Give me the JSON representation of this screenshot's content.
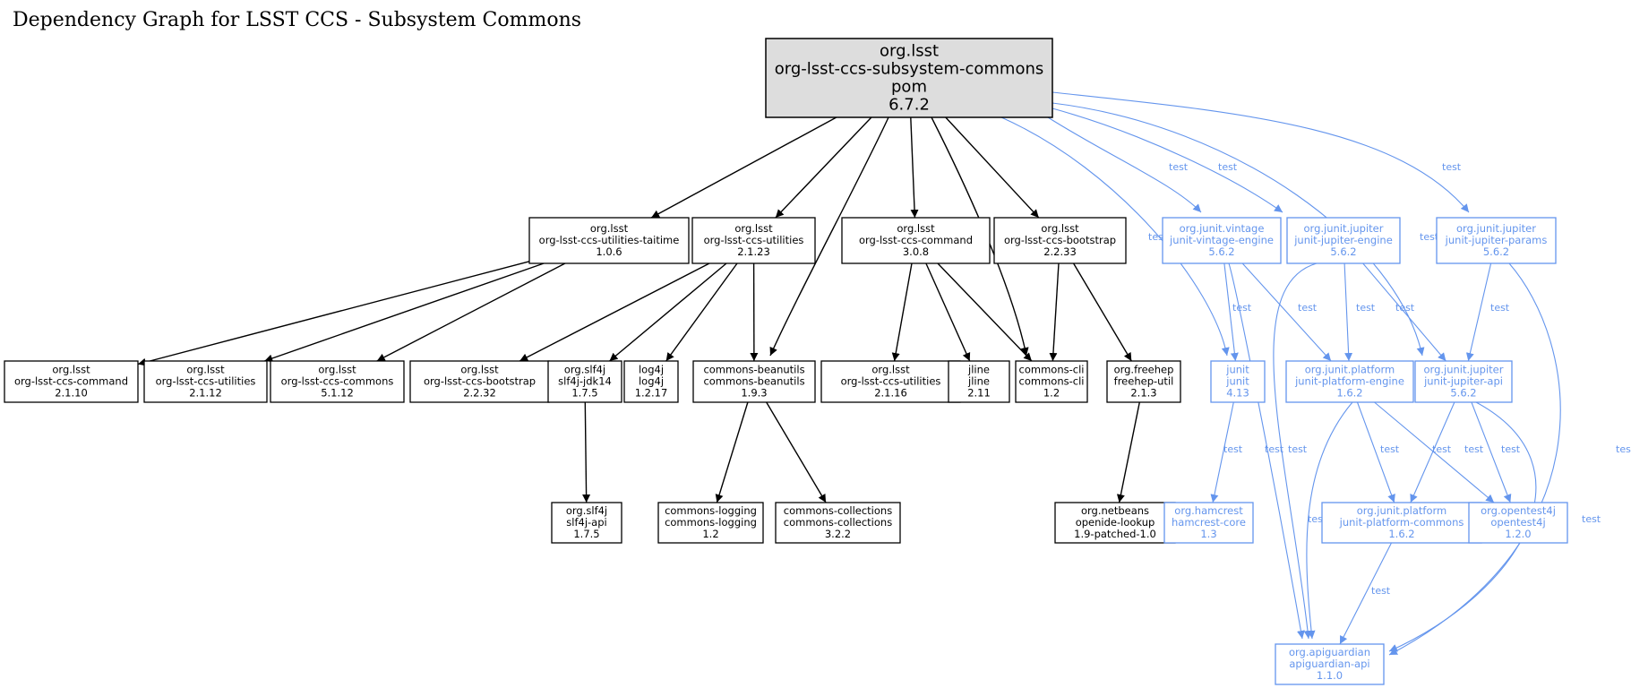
{
  "title": "Dependency Graph for LSST CCS - Subsystem Commons",
  "colors": {
    "compile": "#000000",
    "test": "#6495ED",
    "root_fill": "#DDDDDD"
  },
  "nodes": [
    {
      "id": "root",
      "lines": [
        "org.lsst",
        "org-lsst-ccs-subsystem-commons",
        "pom",
        "6.7.2"
      ],
      "scope": "root"
    },
    {
      "id": "taitime",
      "lines": [
        "org.lsst",
        "org-lsst-ccs-utilities-taitime",
        "1.0.6"
      ],
      "scope": "compile"
    },
    {
      "id": "util2123",
      "lines": [
        "org.lsst",
        "org-lsst-ccs-utilities",
        "2.1.23"
      ],
      "scope": "compile"
    },
    {
      "id": "command308",
      "lines": [
        "org.lsst",
        "org-lsst-ccs-command",
        "3.0.8"
      ],
      "scope": "compile"
    },
    {
      "id": "bootstrap2233",
      "lines": [
        "org.lsst",
        "org-lsst-ccs-bootstrap",
        "2.2.33"
      ],
      "scope": "compile"
    },
    {
      "id": "vintage",
      "lines": [
        "org.junit.vintage",
        "junit-vintage-engine",
        "5.6.2"
      ],
      "scope": "test"
    },
    {
      "id": "jupengine",
      "lines": [
        "org.junit.jupiter",
        "junit-jupiter-engine",
        "5.6.2"
      ],
      "scope": "test"
    },
    {
      "id": "jupparams",
      "lines": [
        "org.junit.jupiter",
        "junit-jupiter-params",
        "5.6.2"
      ],
      "scope": "test"
    },
    {
      "id": "command2110",
      "lines": [
        "org.lsst",
        "org-lsst-ccs-command",
        "2.1.10"
      ],
      "scope": "compile"
    },
    {
      "id": "util2112",
      "lines": [
        "org.lsst",
        "org-lsst-ccs-utilities",
        "2.1.12"
      ],
      "scope": "compile"
    },
    {
      "id": "commons5112",
      "lines": [
        "org.lsst",
        "org-lsst-ccs-commons",
        "5.1.12"
      ],
      "scope": "compile"
    },
    {
      "id": "bootstrap2232",
      "lines": [
        "org.lsst",
        "org-lsst-ccs-bootstrap",
        "2.2.32"
      ],
      "scope": "compile"
    },
    {
      "id": "slf4jjdk",
      "lines": [
        "org.slf4j",
        "slf4j-jdk14",
        "1.7.5"
      ],
      "scope": "compile"
    },
    {
      "id": "log4j",
      "lines": [
        "log4j",
        "log4j",
        "1.2.17"
      ],
      "scope": "compile"
    },
    {
      "id": "beanutils",
      "lines": [
        "commons-beanutils",
        "commons-beanutils",
        "1.9.3"
      ],
      "scope": "compile"
    },
    {
      "id": "util2116",
      "lines": [
        "org.lsst",
        "org-lsst-ccs-utilities",
        "2.1.16"
      ],
      "scope": "compile"
    },
    {
      "id": "jline",
      "lines": [
        "jline",
        "jline",
        "2.11"
      ],
      "scope": "compile"
    },
    {
      "id": "cli",
      "lines": [
        "commons-cli",
        "commons-cli",
        "1.2"
      ],
      "scope": "compile"
    },
    {
      "id": "freehep",
      "lines": [
        "org.freehep",
        "freehep-util",
        "2.1.3"
      ],
      "scope": "compile"
    },
    {
      "id": "junit",
      "lines": [
        "junit",
        "junit",
        "4.13"
      ],
      "scope": "test"
    },
    {
      "id": "platengine",
      "lines": [
        "org.junit.platform",
        "junit-platform-engine",
        "1.6.2"
      ],
      "scope": "test"
    },
    {
      "id": "jupapi",
      "lines": [
        "org.junit.jupiter",
        "junit-jupiter-api",
        "5.6.2"
      ],
      "scope": "test"
    },
    {
      "id": "slf4japi",
      "lines": [
        "org.slf4j",
        "slf4j-api",
        "1.7.5"
      ],
      "scope": "compile"
    },
    {
      "id": "logging",
      "lines": [
        "commons-logging",
        "commons-logging",
        "1.2"
      ],
      "scope": "compile"
    },
    {
      "id": "collections",
      "lines": [
        "commons-collections",
        "commons-collections",
        "3.2.2"
      ],
      "scope": "compile"
    },
    {
      "id": "openide",
      "lines": [
        "org.netbeans",
        "openide-lookup",
        "1.9-patched-1.0"
      ],
      "scope": "compile"
    },
    {
      "id": "hamcrest",
      "lines": [
        "org.hamcrest",
        "hamcrest-core",
        "1.3"
      ],
      "scope": "test"
    },
    {
      "id": "platcommons",
      "lines": [
        "org.junit.platform",
        "junit-platform-commons",
        "1.6.2"
      ],
      "scope": "test"
    },
    {
      "id": "opentest4j",
      "lines": [
        "org.opentest4j",
        "opentest4j",
        "1.2.0"
      ],
      "scope": "test"
    },
    {
      "id": "apiguardian",
      "lines": [
        "org.apiguardian",
        "apiguardian-api",
        "1.1.0"
      ],
      "scope": "test"
    }
  ],
  "edges": [
    {
      "from": "root",
      "to": "taitime"
    },
    {
      "from": "root",
      "to": "util2123"
    },
    {
      "from": "root",
      "to": "beanutils"
    },
    {
      "from": "root",
      "to": "command308"
    },
    {
      "from": "root",
      "to": "cli"
    },
    {
      "from": "root",
      "to": "bootstrap2233"
    },
    {
      "from": "root",
      "to": "junit",
      "label": "test"
    },
    {
      "from": "root",
      "to": "vintage",
      "label": "test"
    },
    {
      "from": "root",
      "to": "jupengine",
      "label": "test"
    },
    {
      "from": "root",
      "to": "jupapi",
      "label": "test"
    },
    {
      "from": "root",
      "to": "jupparams",
      "label": "test"
    },
    {
      "from": "taitime",
      "to": "command2110"
    },
    {
      "from": "taitime",
      "to": "util2112"
    },
    {
      "from": "taitime",
      "to": "commons5112"
    },
    {
      "from": "util2123",
      "to": "bootstrap2232"
    },
    {
      "from": "util2123",
      "to": "slf4jjdk"
    },
    {
      "from": "util2123",
      "to": "log4j"
    },
    {
      "from": "util2123",
      "to": "beanutils"
    },
    {
      "from": "command308",
      "to": "util2116"
    },
    {
      "from": "command308",
      "to": "jline"
    },
    {
      "from": "command308",
      "to": "cli"
    },
    {
      "from": "bootstrap2233",
      "to": "cli"
    },
    {
      "from": "bootstrap2233",
      "to": "freehep"
    },
    {
      "from": "vintage",
      "to": "junit",
      "label": "test"
    },
    {
      "from": "vintage",
      "to": "platengine",
      "label": "test"
    },
    {
      "from": "vintage",
      "to": "apiguardian",
      "label": "test"
    },
    {
      "from": "jupengine",
      "to": "platengine",
      "label": "test"
    },
    {
      "from": "jupengine",
      "to": "jupapi",
      "label": "test"
    },
    {
      "from": "jupengine",
      "to": "apiguardian",
      "label": "test"
    },
    {
      "from": "jupparams",
      "to": "jupapi",
      "label": "test"
    },
    {
      "from": "jupparams",
      "to": "apiguardian",
      "label": "test"
    },
    {
      "from": "slf4jjdk",
      "to": "slf4japi"
    },
    {
      "from": "beanutils",
      "to": "logging"
    },
    {
      "from": "beanutils",
      "to": "collections"
    },
    {
      "from": "freehep",
      "to": "openide"
    },
    {
      "from": "junit",
      "to": "hamcrest",
      "label": "test"
    },
    {
      "from": "platengine",
      "to": "platcommons",
      "label": "test"
    },
    {
      "from": "platengine",
      "to": "opentest4j",
      "label": "test"
    },
    {
      "from": "platengine",
      "to": "apiguardian",
      "label": "test"
    },
    {
      "from": "jupapi",
      "to": "platcommons",
      "label": "test"
    },
    {
      "from": "jupapi",
      "to": "opentest4j",
      "label": "test"
    },
    {
      "from": "jupapi",
      "to": "apiguardian",
      "label": "test"
    },
    {
      "from": "platcommons",
      "to": "apiguardian",
      "label": "test"
    }
  ]
}
